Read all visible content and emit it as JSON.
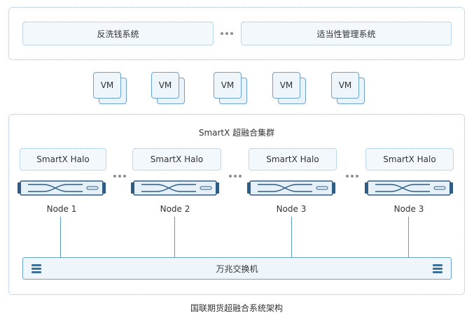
{
  "top_systems": {
    "left_label": "反洗钱系统",
    "right_label": "适当性管理系统"
  },
  "vms": [
    "VM",
    "VM",
    "VM",
    "VM",
    "VM"
  ],
  "cluster": {
    "title": "SmartX 超融合集群",
    "halos": [
      "SmartX Halo",
      "SmartX Halo",
      "SmartX Halo",
      "SmartX Halo"
    ],
    "nodes": [
      "Node 1",
      "Node 2",
      "Node 3",
      "Node 3"
    ],
    "switch_label": "万兆交换机"
  },
  "caption": "国联期货超融合系统架构",
  "colors": {
    "line": "#5b9bc9",
    "node_fill": "#e6f0f8",
    "dark": "#2f5c85"
  },
  "icons": [
    "server-icon",
    "switch-port-icon"
  ]
}
